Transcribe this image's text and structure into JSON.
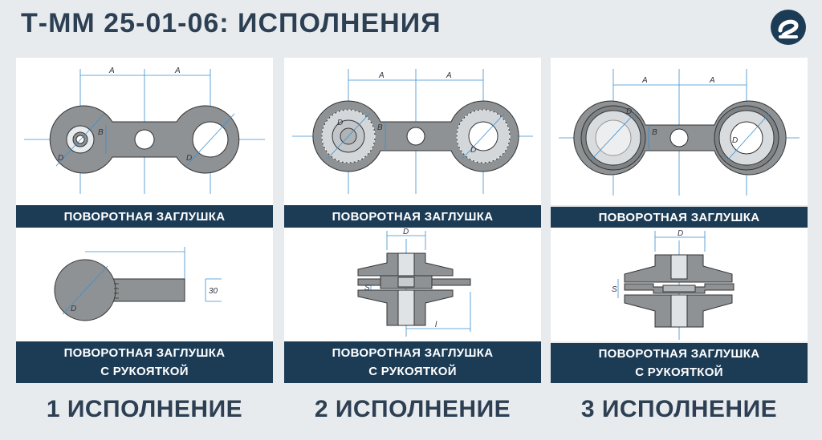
{
  "header": {
    "title": "Т-ММ 25-01-06: ИСПОЛНЕНИЯ"
  },
  "colors": {
    "background": "#e8ebee",
    "title": "#2d4053",
    "label_bg": "#1c3c56",
    "label_text": "#ffffff",
    "metal": "#8e9294",
    "dimension_line": "#3a8fd0"
  },
  "logo": {
    "icon": "company-logo-icon"
  },
  "columns": [
    {
      "top_label": "ПОВОРОТНАЯ ЗАГЛУШКА",
      "bottom_label_line1": "ПОВОРОТНАЯ ЗАГЛУШКА",
      "bottom_label_line2": "С РУКОЯТКОЙ",
      "variant": "1 ИСПОЛНЕНИЕ",
      "dims": {
        "a1": "A",
        "a2": "A",
        "b": "B",
        "d1": "D",
        "d2": "D",
        "d3": "D",
        "handle": "30"
      }
    },
    {
      "top_label": "ПОВОРОТНАЯ ЗАГЛУШКА",
      "bottom_label_line1": "ПОВОРОТНАЯ ЗАГЛУШКА",
      "bottom_label_line2": "С РУКОЯТКОЙ",
      "variant": "2 ИСПОЛНЕНИЕ",
      "dims": {
        "a1": "A",
        "a2": "A",
        "b": "B",
        "d1": "D",
        "d2": "D",
        "d3": "D",
        "s": "S",
        "l": "l"
      }
    },
    {
      "top_label": "ПОВОРОТНАЯ ЗАГЛУШКА",
      "bottom_label_line1": "ПОВОРОТНАЯ ЗАГЛУШКА",
      "bottom_label_line2": "С РУКОЯТКОЙ",
      "variant": "3 ИСПОЛНЕНИЕ",
      "dims": {
        "a1": "A",
        "a2": "A",
        "b": "B",
        "d1": "D",
        "d2": "D",
        "d3": "D",
        "s": "S"
      }
    }
  ]
}
